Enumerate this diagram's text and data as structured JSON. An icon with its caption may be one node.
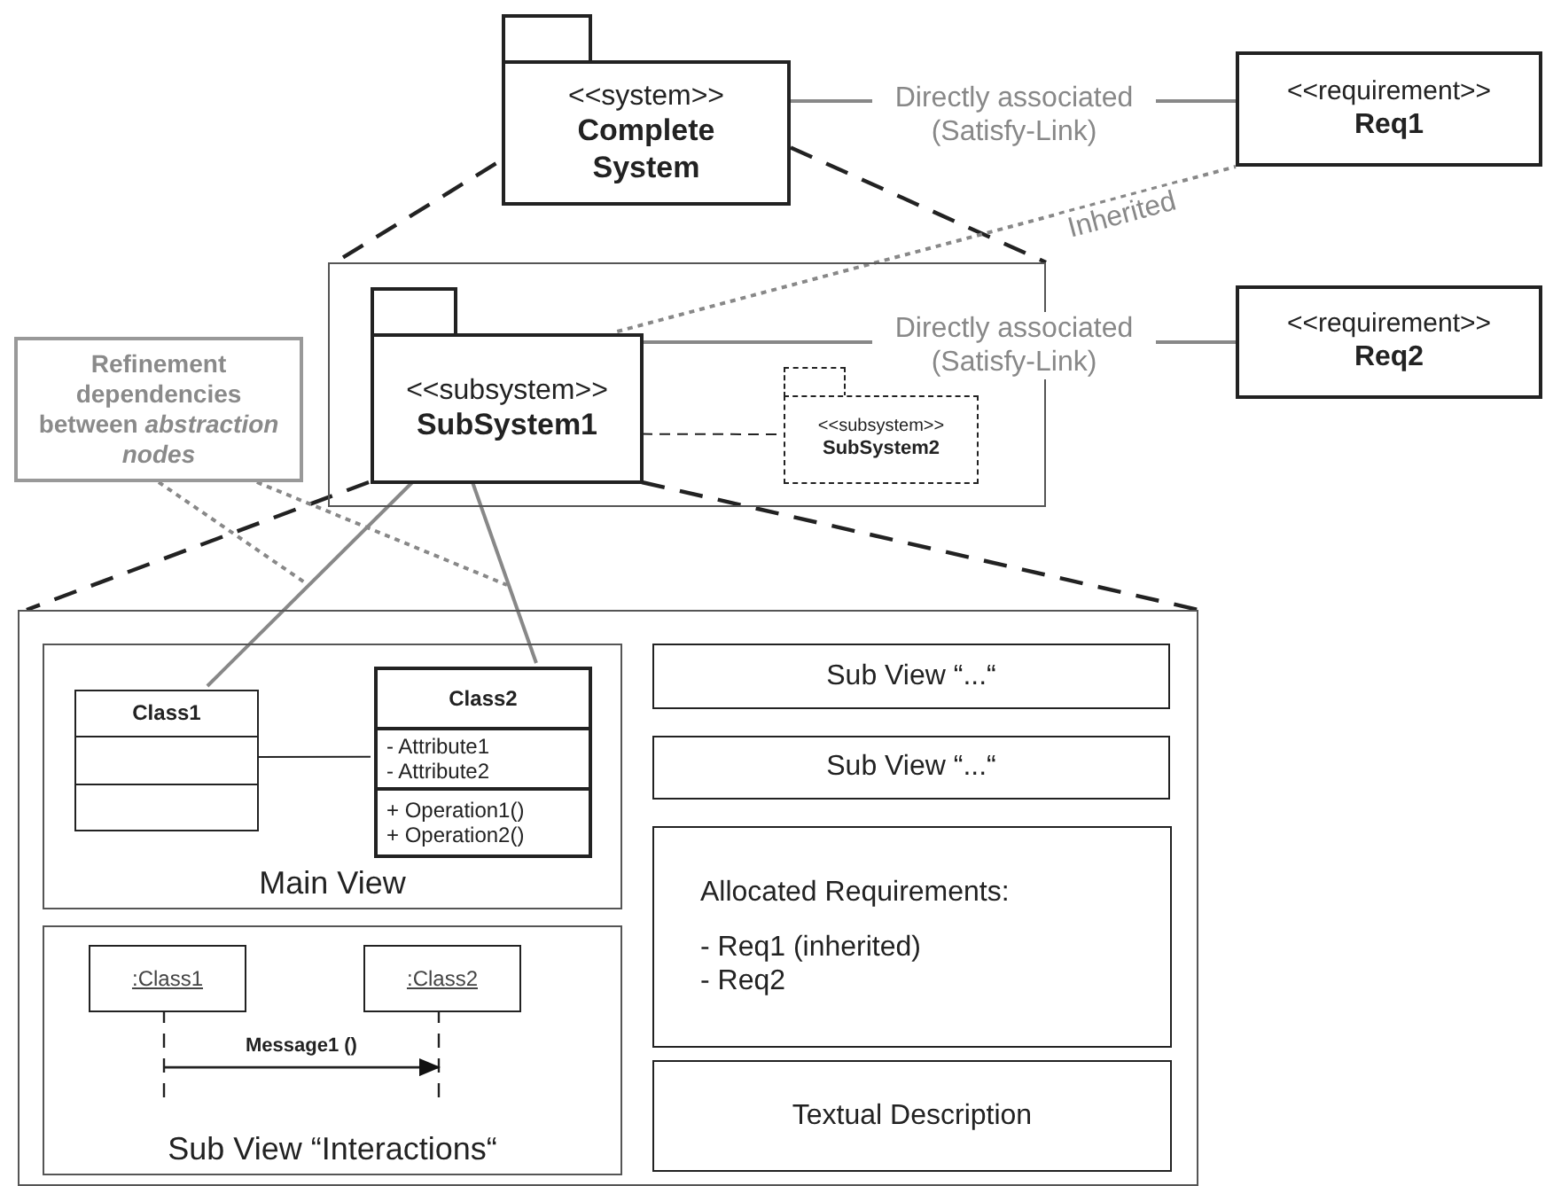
{
  "diagram": {
    "nodes": [
      {
        "text": [
          "<<system>>",
          "Complete System"
        ]
      },
      {
        "text": [
          "<<requirement>>",
          "Req1"
        ]
      },
      {
        "text": [],
        "shape": "box"
      },
      {
        "text": [
          "<<subsystem>>",
          "SubSystem1"
        ],
        "in": 2
      },
      {
        "text": [
          "<<subsystem>>",
          "SubSystem2"
        ],
        "in": 2
      },
      {
        "text": [
          "<<requirement>>",
          "Req2"
        ]
      },
      {
        "text": [
          "Refinement dependencies between *abstraction nodes*"
        ]
      },
      {
        "text": [],
        "shape": "box"
      },
      {
        "text": [
          "Main View"
        ],
        "in": 7
      },
      {
        "text": [
          "Class1"
        ],
        "in": 8
      },
      {
        "text": [
          "Class2",
          "- Attribute1 - Attribute2",
          "+ Operation1() + Operation2()"
        ],
        "in": 8
      },
      {
        "text": [
          "Sub View “Interactions“"
        ],
        "in": 7
      },
      {
        "text": [
          ":Class1"
        ],
        "in": 11
      },
      {
        "text": [
          ":Class2"
        ],
        "in": 11
      },
      {
        "text": [
          "Sub View “...“"
        ],
        "in": 7
      },
      {
        "text": [
          "Sub View “...“"
        ],
        "in": 7
      },
      {
        "text": [
          "Allocated Requirements:",
          "- Req1 (inherited) - Req2"
        ],
        "in": 7
      },
      {
        "text": [
          "Textual Description"
        ],
        "in": 7
      }
    ],
    "edges": [
      {
        "from": 0,
        "to": 1,
        "arrow": "none",
        "label": "Directly associated (Satisfy-Link)"
      },
      {
        "from": 0,
        "to": 2,
        "arrow": "none",
        "style": "dashed",
        "color": "#222222"
      },
      {
        "from": 0,
        "to": 2,
        "arrow": "none",
        "style": "dashed",
        "color": "#222222"
      },
      {
        "from": 3,
        "to": 1,
        "arrow": "none",
        "label": "Inherited",
        "style": "dashed"
      },
      {
        "from": 3,
        "to": 5,
        "arrow": "none",
        "label": "Directly associated (Satisfy-Link)"
      },
      {
        "from": 3,
        "to": 4,
        "arrow": "none",
        "style": "dashed",
        "color": "#222222"
      },
      {
        "from": 3,
        "to": 7,
        "arrow": "none",
        "style": "dashed",
        "color": "#222222"
      },
      {
        "from": 3,
        "to": 7,
        "arrow": "none",
        "style": "dashed",
        "color": "#222222"
      },
      {
        "from": 3,
        "to": 9,
        "arrow": "none"
      },
      {
        "from": 3,
        "to": 10,
        "arrow": "none"
      },
      {
        "from": 6,
        "to": null,
        "arrow": "none",
        "style": "dashed"
      },
      {
        "from": 6,
        "to": null,
        "arrow": "none",
        "style": "dashed"
      },
      {
        "from": 9,
        "to": 10,
        "arrow": "none",
        "color": "#222222"
      },
      {
        "from": 12,
        "to": 13,
        "arrow": "to",
        "label": "Message1 ()",
        "color": "#222222"
      }
    ]
  }
}
